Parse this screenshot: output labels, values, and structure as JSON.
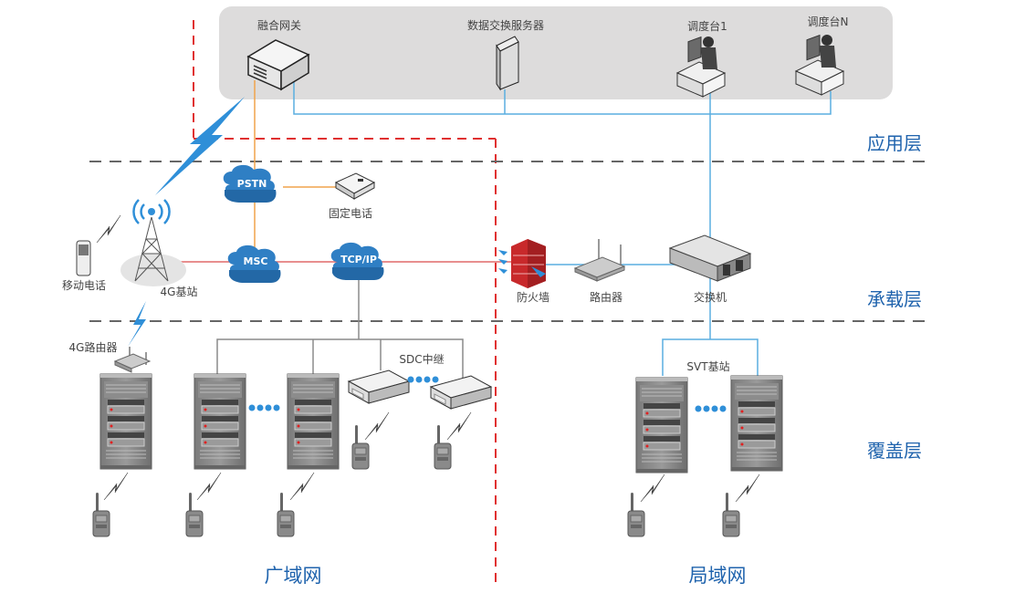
{
  "diagram": {
    "app_layer_box": {
      "devices": {
        "gateway": "融合网关",
        "data_server": "数据交换服务器",
        "dispatch1": "调度台1",
        "dispatchN": "调度台N"
      }
    },
    "layers": {
      "application": "应用层",
      "bearer": "承载层",
      "coverage": "覆盖层"
    },
    "networks": {
      "wan": "广域网",
      "lan": "局域网"
    },
    "clouds": {
      "pstn": "PSTN",
      "msc": "MSC",
      "tcpip": "TCP/IP"
    },
    "labels": {
      "fixed_phone": "固定电话",
      "mobile_phone": "移动电话",
      "base_4g": "4G基站",
      "router_4g": "4G路由器",
      "firewall": "防火墙",
      "router": "路由器",
      "switch": "交换机",
      "sdc_relay": "SDC中继",
      "svt_base": "SVT基站"
    },
    "colors": {
      "layer_text": "#1f63ad",
      "cloud": "#2f7fc4",
      "orange_link": "#f0a44c",
      "blue_link": "#5aaee0",
      "red_link": "#e06a6a",
      "gray_link": "#8a8a8a",
      "boundary_red": "#e03030",
      "divider_gray": "#666666",
      "panel_bg": "#dddcdc"
    }
  }
}
